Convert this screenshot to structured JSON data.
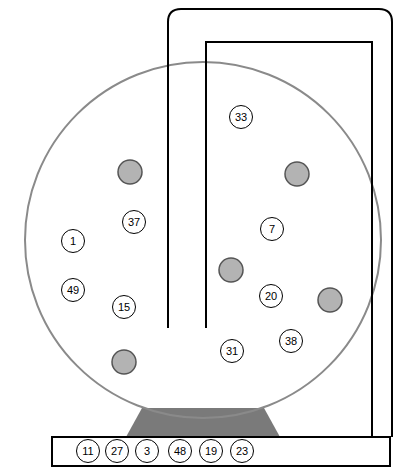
{
  "diagram": {
    "nodes": [
      {
        "text": [
          "33"
        ]
      },
      {
        "text": [
          "37"
        ]
      },
      {
        "text": [
          "7"
        ]
      },
      {
        "text": [
          "1"
        ]
      },
      {
        "text": [
          "49"
        ]
      },
      {
        "text": [
          "15"
        ]
      },
      {
        "text": [
          "20"
        ]
      },
      {
        "text": [
          "38"
        ]
      },
      {
        "text": [
          "31"
        ]
      },
      {
        "text": [
          "11"
        ]
      },
      {
        "text": [
          "27"
        ]
      },
      {
        "text": [
          "3"
        ]
      },
      {
        "text": [
          "48"
        ]
      },
      {
        "text": [
          "19"
        ]
      },
      {
        "text": [
          "23"
        ]
      }
    ]
  }
}
